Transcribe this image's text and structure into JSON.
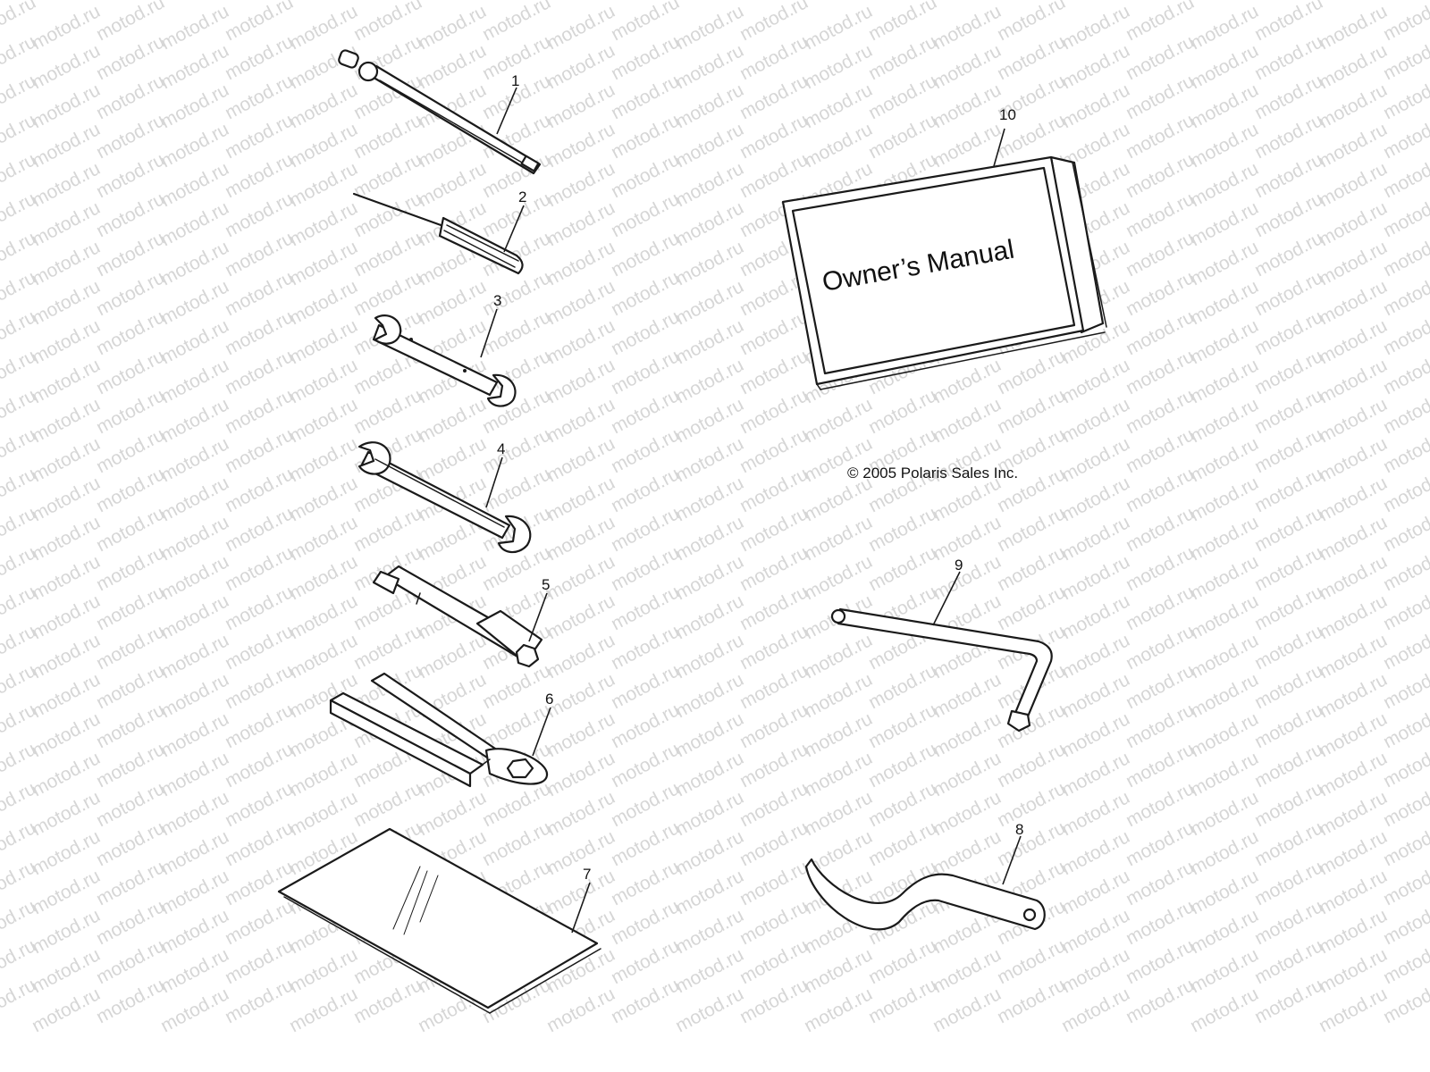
{
  "watermark_text": "motod.ru",
  "manual_title": "Owner’s Manual",
  "copyright": "© 2005 Polaris Sales Inc.",
  "callouts": {
    "c1": "1",
    "c2": "2",
    "c3": "3",
    "c4": "4",
    "c5": "5",
    "c6": "6",
    "c7": "7",
    "c8": "8",
    "c9": "9",
    "c10": "10"
  }
}
